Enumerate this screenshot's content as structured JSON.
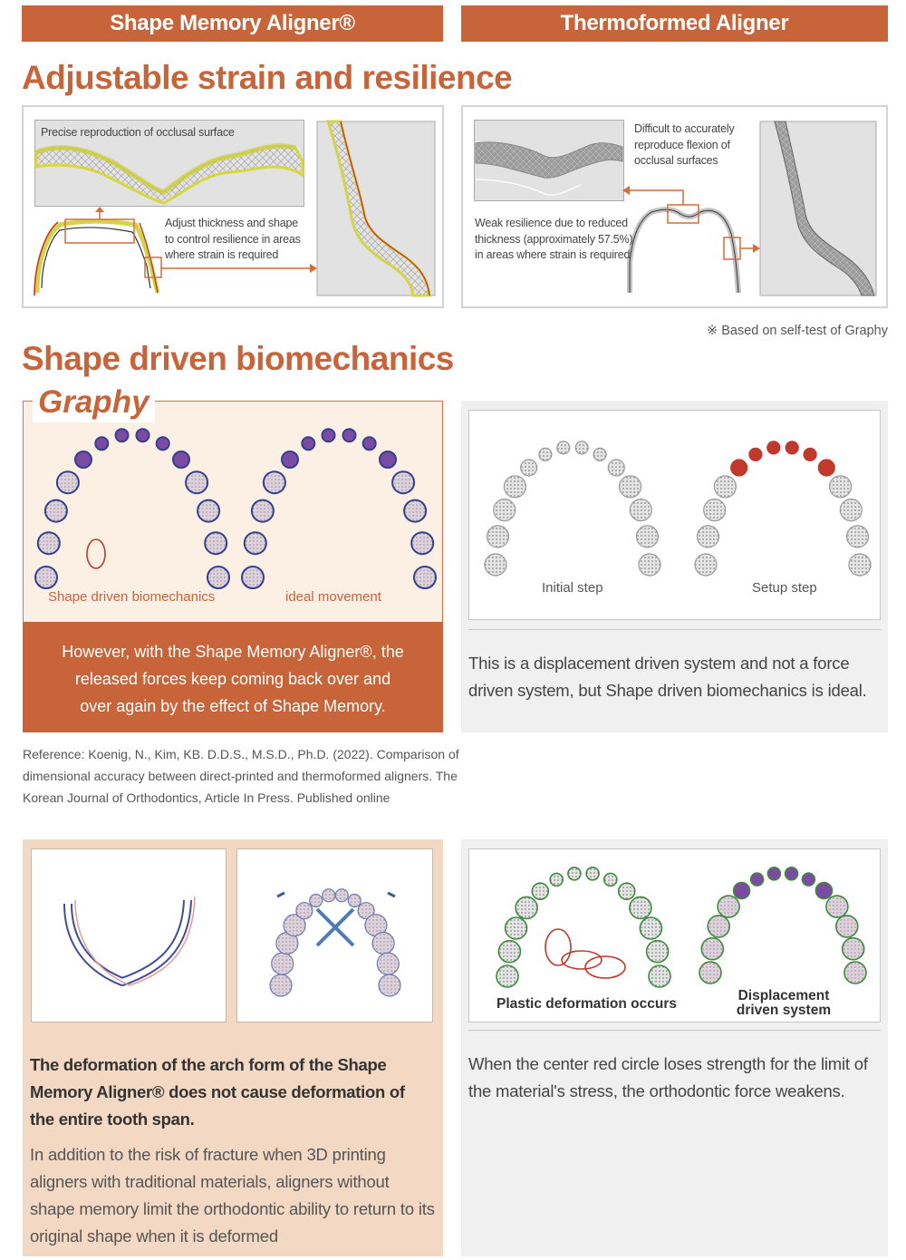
{
  "headers": {
    "left": "Shape Memory Aligner®",
    "right": "Thermoformed Aligner"
  },
  "section1": {
    "title": "Adjustable strain and resilience",
    "left_panel": {
      "top_label": "Precise reproduction of occlusal surface",
      "side_label": "Adjust thickness and shape to control resilience in areas where strain is required"
    },
    "right_panel": {
      "top_label": "Difficult to accurately reproduce flexion of occlusal surfaces",
      "side_label": "Weak resilience due to reduced thickness (approximately 57.5%) in areas where strain is required"
    },
    "footnote": "※ Based on self-test of Graphy"
  },
  "section2": {
    "title": "Shape driven biomechanics",
    "brand": "Graphy",
    "left_captions": [
      "Shape driven biomechanics",
      "ideal movement"
    ],
    "left_banner": "However, with the Shape Memory Aligner®, the released forces keep coming back over and over again by the effect of Shape Memory.",
    "right_captions": [
      "Initial step",
      "Setup step"
    ],
    "right_text": "This is a displacement driven system and not a force driven system, but Shape driven biomechanics is ideal.",
    "reference": "Reference: Koenig, N., Kim, KB. D.D.S., M.S.D., Ph.D. (2022). Comparison of dimensional accuracy between direct-printed and thermoformed aligners. The Korean Journal of Orthodontics, Article In Press. Published online"
  },
  "section3": {
    "left_bold": "The deformation of the arch form of the Shape Memory Aligner® does not cause deformation of the entire tooth span.",
    "left_text": "In addition to the risk of fracture when 3D printing aligners with traditional materials, aligners without shape memory limit the orthodontic ability to return to its original shape when it is deformed",
    "right_captions": [
      "Plastic deformation occurs",
      "Displacement driven system"
    ],
    "right_text": "When the center red circle loses strength for the limit of the material's stress, the orthodontic force weakens."
  },
  "colors": {
    "brand_orange": "#c8643a",
    "peach_bg": "#f3d9c4",
    "light_orange_bg": "#fcefe4",
    "gray_bg": "#f0f0f0",
    "tooth_purple": "#7b4ba3",
    "tooth_navy": "#343f8e",
    "tooth_red": "#c0392b",
    "tooth_green": "#3f8a3c"
  }
}
